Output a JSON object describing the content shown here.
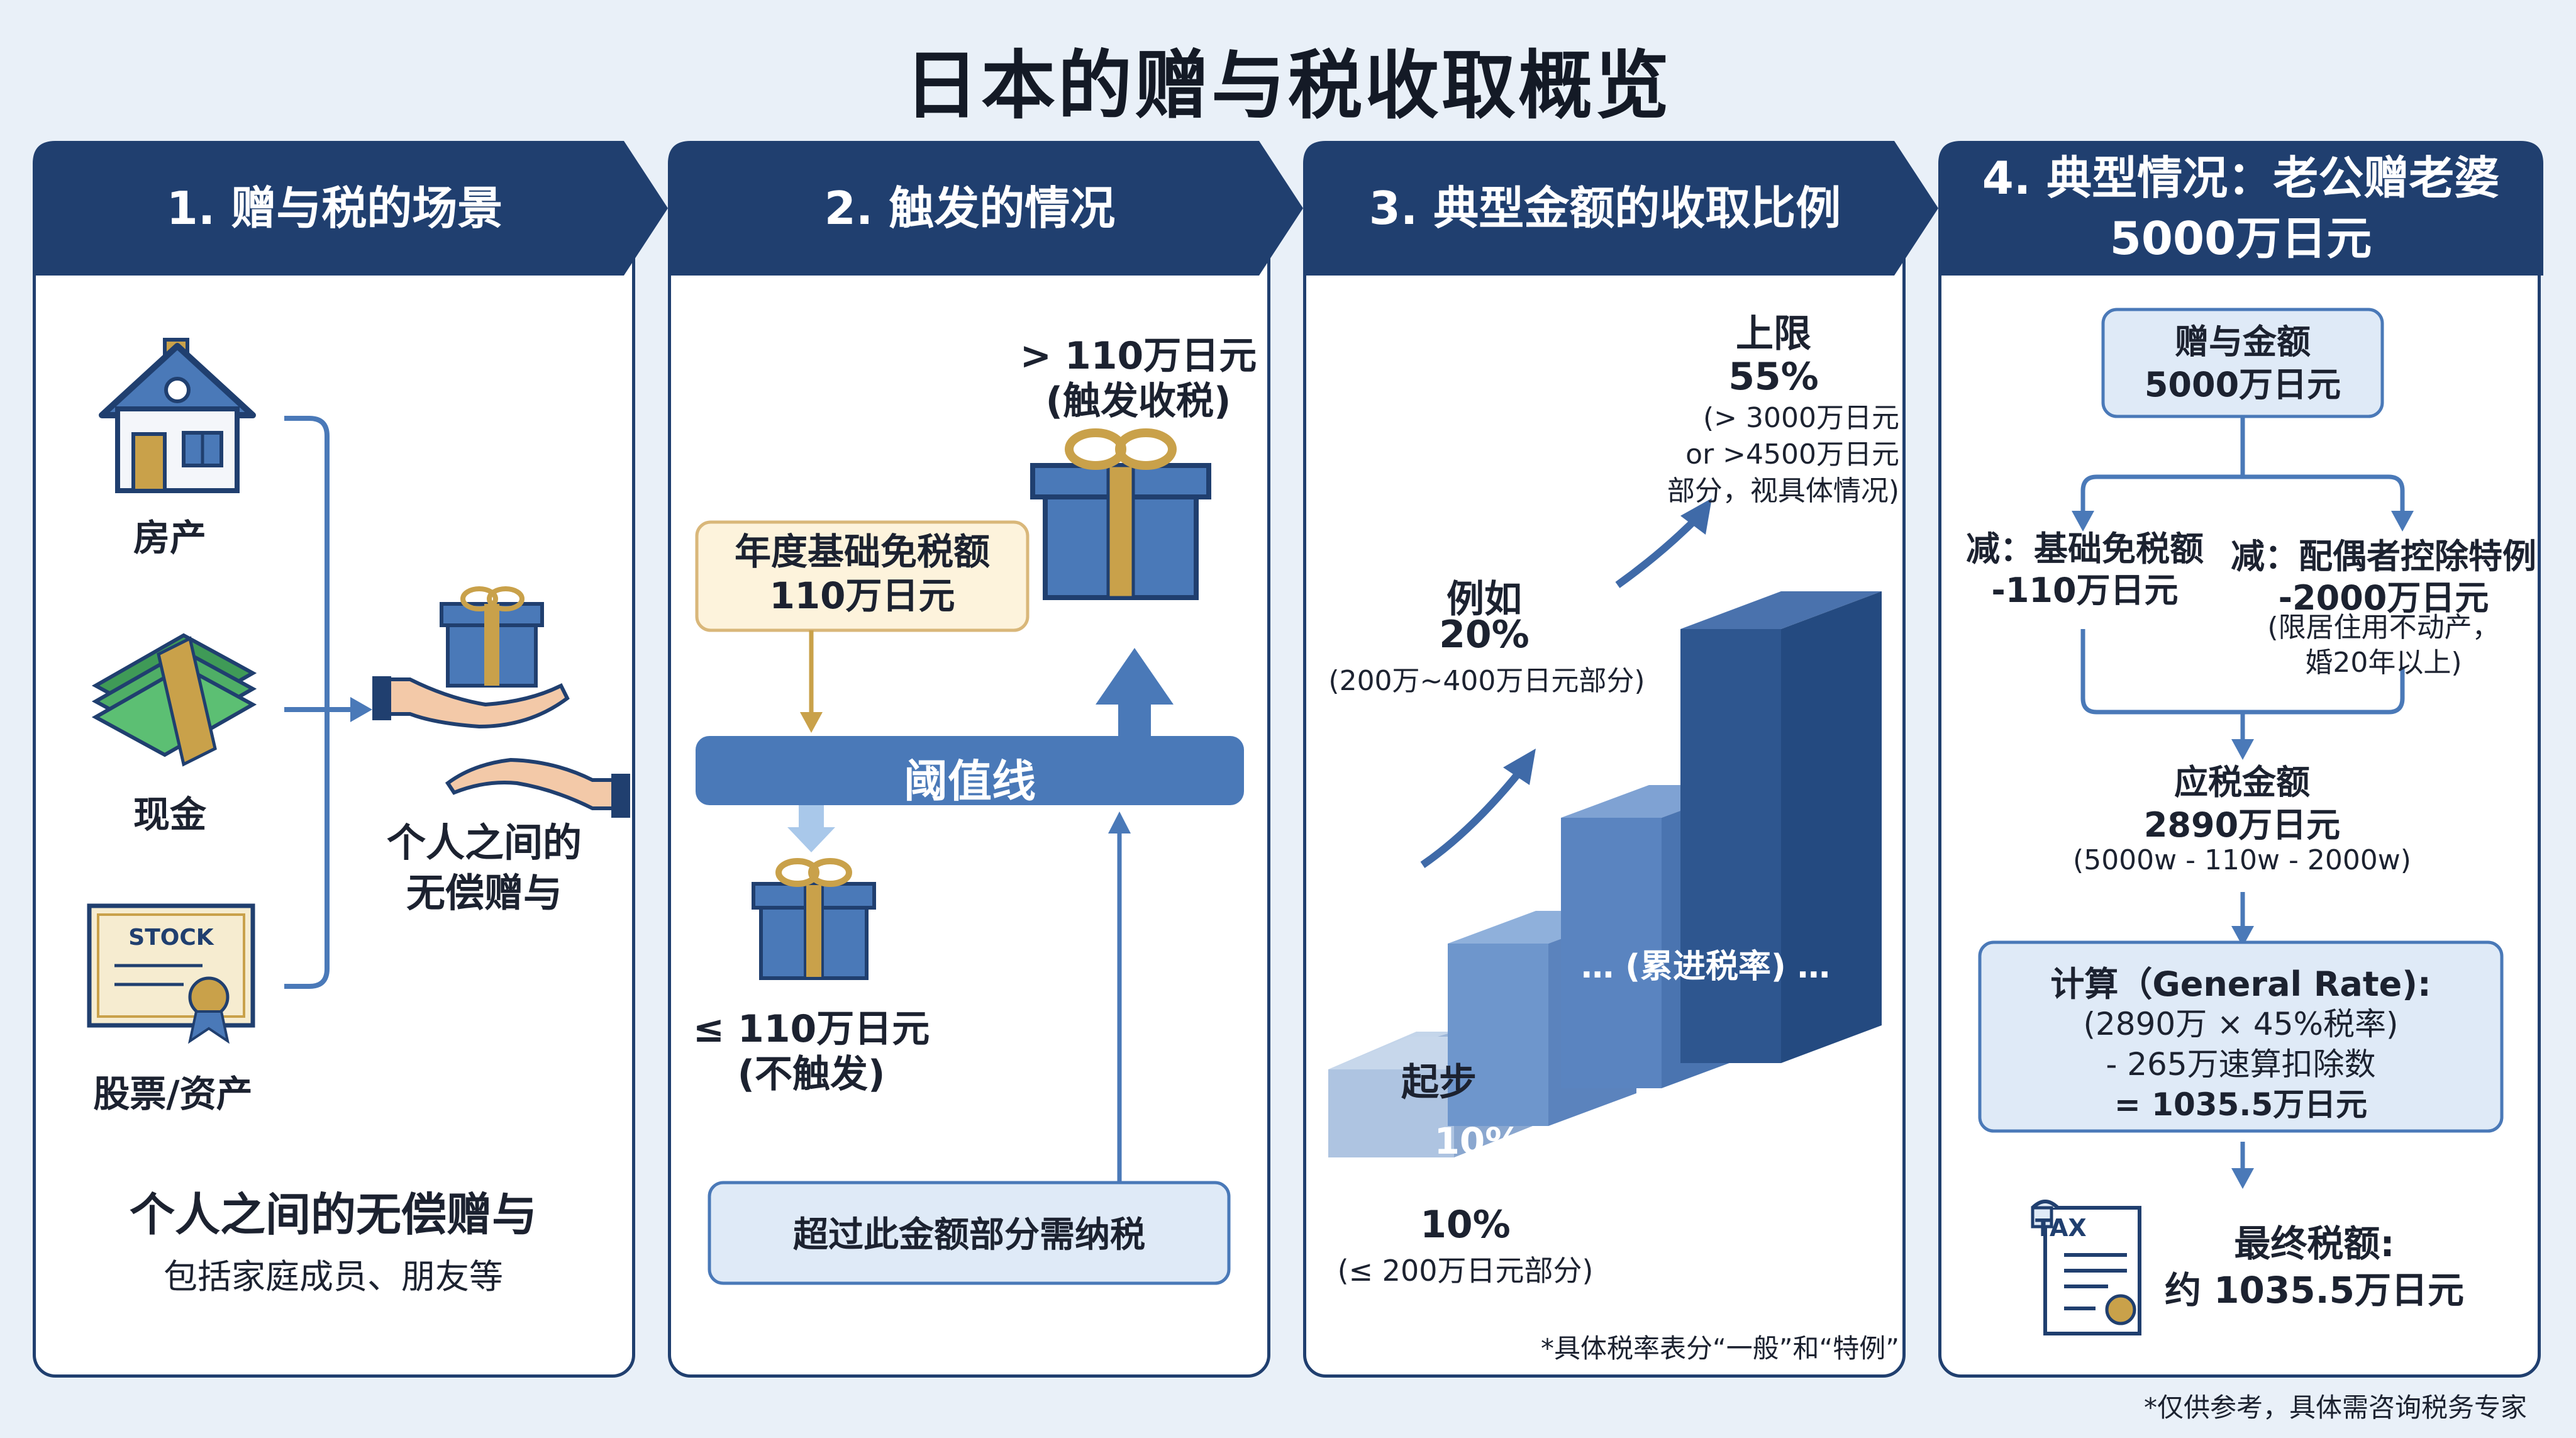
{
  "title": "日本的赠与税收取概览",
  "colors": {
    "navy": "#203f6f",
    "blue": "#4a79b8",
    "gold": "#c9a14a",
    "lightblue": "#dfeaf7",
    "cream": "#fdf3dc"
  },
  "panel1": {
    "header": "1. 赠与税的场景",
    "items": [
      {
        "label": "房产",
        "icon": "house-icon"
      },
      {
        "label": "现金",
        "icon": "cash-icon"
      },
      {
        "label": "股票/资产",
        "icon": "stock-certificate-icon"
      }
    ],
    "center_label": "个人之间的\n无偿赠与",
    "bottom_title": "个人之间的无偿赠与",
    "bottom_sub": "包括家庭成员、朋友等"
  },
  "panel2": {
    "header": "2. 触发的情况",
    "exemption_box": "年度基础免税额\n110万日元",
    "over_label": "> 110万日元\n(触发收税)",
    "threshold": "阈值线",
    "under_label": "≤ 110万日元\n(不触发)",
    "note": "超过此金额部分需纳税"
  },
  "panel3": {
    "header": "3. 典型金额的收取比例",
    "top_title": "上限",
    "top_rate": "55%",
    "top_note": "(> 3000万日元\nor >4500万日元\n部分，视具体情况)",
    "mid_title": "例如",
    "mid_rate": "20%",
    "mid_note": "(200万~400万日元部分)",
    "step_label": "起步",
    "step_rate": "10%",
    "progressive": "… (累进税率) …",
    "bottom_rate": "10%",
    "bottom_note": "(≤ 200万日元部分)",
    "footnote": "*具体税率表分“一般”和“特例”"
  },
  "panel4": {
    "header": "4. 典型情况：老公赠老婆\n5000万日元",
    "gift_box": "赠与金额\n5000万日元",
    "deduct1": "减：基础免税额\n-110万日元",
    "deduct2_title": "减：配偶者控除特例",
    "deduct2_value": "-2000万日元",
    "deduct2_note": "(限居住用不动产，\n婚20年以上)",
    "taxable": "应税金额\n2890万日元",
    "taxable_note": "(5000w - 110w - 2000w)",
    "calc_title": "计算（General Rate):",
    "calc_lines": [
      "(2890万 × 45%税率)",
      "- 265万速算扣除数",
      "= 1035.5万日元"
    ],
    "final": "最终税额:\n约 1035.5万日元",
    "tax_icon_text": "TAX"
  },
  "footer": "*仅供参考，具体需咨询税务专家"
}
